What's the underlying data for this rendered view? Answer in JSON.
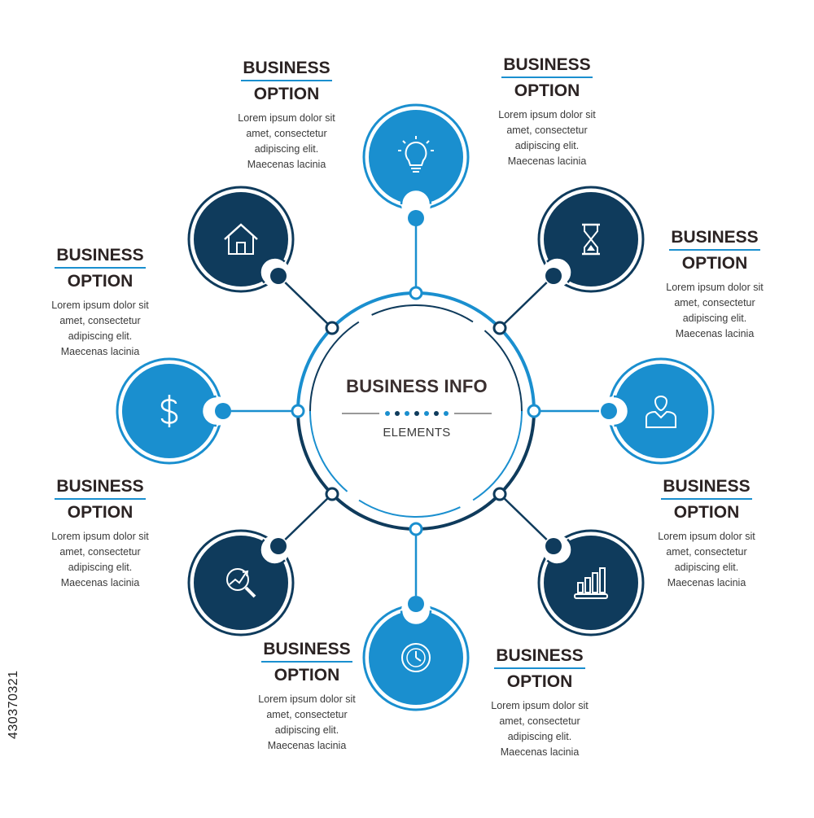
{
  "center": {
    "title": "BUSINESS INFO",
    "subtitle": "ELEMENTS"
  },
  "options": [
    {
      "title1": "BUSINESS",
      "title2": "OPTION",
      "desc": [
        "Lorem ipsum dolor sit",
        "amet, consectetur",
        "adipiscing elit.",
        "Maecenas lacinia"
      ]
    },
    {
      "title1": "BUSINESS",
      "title2": "OPTION",
      "desc": [
        "Lorem ipsum dolor sit",
        "amet, consectetur",
        "adipiscing elit.",
        "Maecenas lacinia"
      ]
    },
    {
      "title1": "BUSINESS",
      "title2": "OPTION",
      "desc": [
        "Lorem ipsum dolor sit",
        "amet, consectetur",
        "adipiscing elit.",
        "Maecenas lacinia"
      ]
    },
    {
      "title1": "BUSINESS",
      "title2": "OPTION",
      "desc": [
        "Lorem ipsum dolor sit",
        "amet, consectetur",
        "adipiscing elit.",
        "Maecenas lacinia"
      ]
    },
    {
      "title1": "BUSINESS",
      "title2": "OPTION",
      "desc": [
        "Lorem ipsum dolor sit",
        "amet, consectetur",
        "adipiscing elit.",
        "Maecenas lacinia"
      ]
    },
    {
      "title1": "BUSINESS",
      "title2": "OPTION",
      "desc": [
        "Lorem ipsum dolor sit",
        "amet, consectetur",
        "adipiscing elit.",
        "Maecenas lacinia"
      ]
    },
    {
      "title1": "BUSINESS",
      "title2": "OPTION",
      "desc": [
        "Lorem ipsum dolor sit",
        "amet, consectetur",
        "adipiscing elit.",
        "Maecenas lacinia"
      ]
    },
    {
      "title1": "BUSINESS",
      "title2": "OPTION",
      "desc": [
        "Lorem ipsum dolor sit",
        "amet, consectetur",
        "adipiscing elit.",
        "Maecenas lacinia"
      ]
    }
  ],
  "icons": [
    "lightbulb-icon",
    "hourglass-icon",
    "user-icon",
    "bar-chart-icon",
    "clock-icon",
    "analytics-magnifier-icon",
    "dollar-icon",
    "home-icon"
  ],
  "colors": {
    "light_blue": "#1a8fcf",
    "dark_navy": "#0f3b5c",
    "text_dark": "#2b2323"
  },
  "stock_id": "430370321"
}
